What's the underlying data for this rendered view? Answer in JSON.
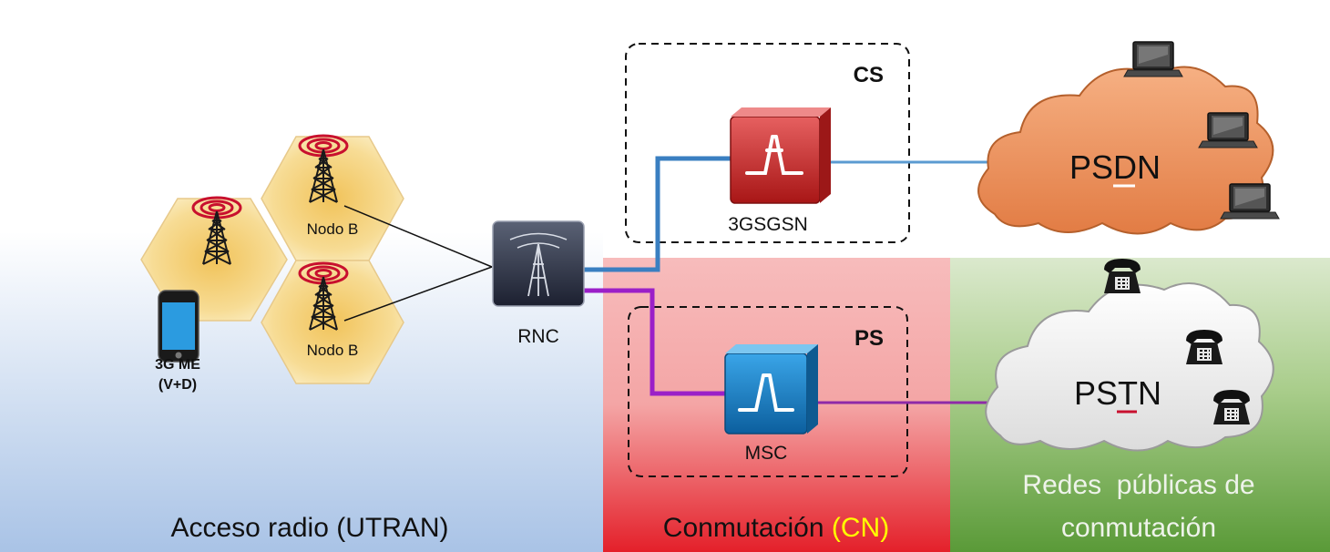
{
  "zones": {
    "access": {
      "label": "Acceso radio (UTRAN)"
    },
    "core": {
      "label_main": "Conmutación ",
      "label_accent": "(CN)",
      "accent_color": "#ffff00"
    },
    "public": {
      "label_line1": "Redes  públicas de",
      "label_line2": "conmutación"
    }
  },
  "nodes": {
    "node_b_top": "Nodo B",
    "node_b_bottom": "Nodo B",
    "mobile_line1": "3G ME",
    "mobile_line2": "(V+D)",
    "rnc": "RNC",
    "sgsn": "3GSGSN",
    "msc": "MSC"
  },
  "domains": {
    "cs": "CS",
    "ps": "PS"
  },
  "clouds": {
    "psdn": {
      "prefix": "PS",
      "highlight": "D",
      "suffix": "N"
    },
    "pstn": {
      "prefix": "PS",
      "highlight": "T",
      "suffix": "N"
    }
  },
  "colors": {
    "packet_link": "#3a7fc1",
    "circuit_link": "#9b1fc8",
    "cloud_orange": "#f0955e",
    "cloud_white": "#f4f4f4",
    "sgsn_red": "#cf2a2a",
    "msc_blue": "#1b7fc4",
    "zone_blue": "#c2d4ee",
    "zone_red": "#f2a0a0",
    "zone_green": "#8fc070"
  },
  "icons": [
    "cell-tower-icon",
    "mobile-phone-icon",
    "rnc-tower-icon",
    "switch-icon",
    "laptop-icon",
    "telephone-icon"
  ]
}
